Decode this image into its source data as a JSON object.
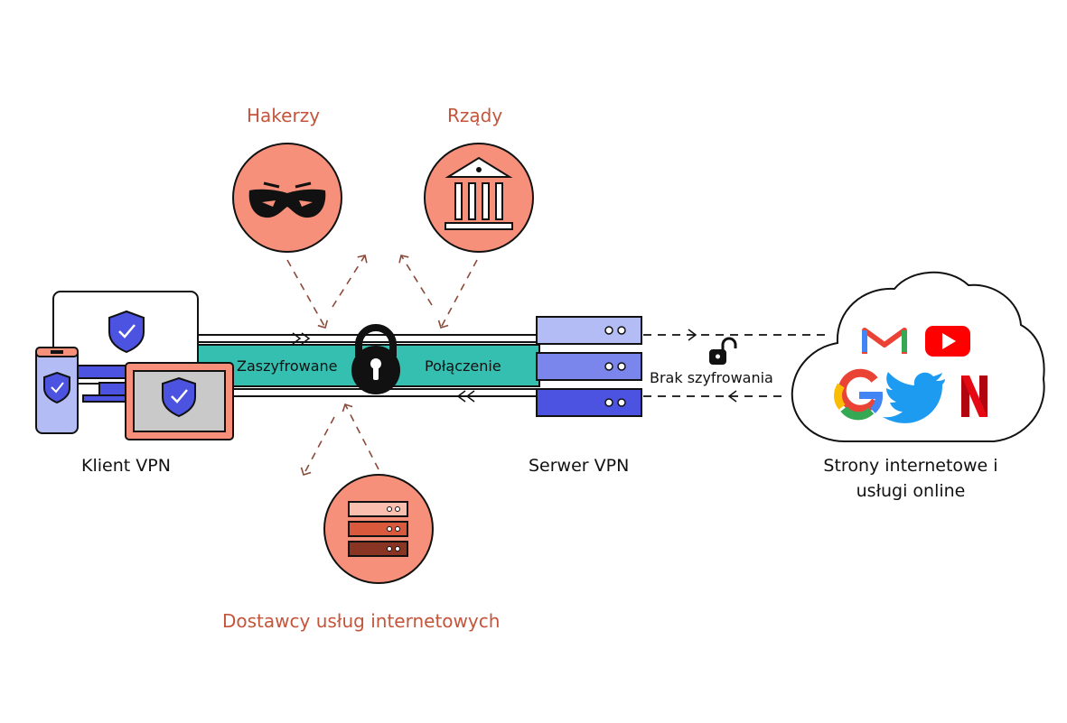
{
  "threats": {
    "hackers": "Hakerzy",
    "governments": "Rządy",
    "isps": "Dostawcy usług internetowych"
  },
  "tunnel": {
    "left_text": "Zaszyfrowane",
    "right_text": "Połączenie"
  },
  "labels": {
    "client": "Klient VPN",
    "server": "Serwer VPN",
    "no_encryption": "Brak szyfrowania",
    "websites_line1": "Strony internetowe i",
    "websites_line2": "usługi online"
  },
  "services": [
    "gmail",
    "youtube",
    "google",
    "twitter",
    "netflix"
  ],
  "colors": {
    "threat_fill": "#f7907a",
    "threat_text": "#c4553b",
    "tunnel": "#35bfb0",
    "device_blue": "#4c53e0",
    "server_light": "#b3bcf4",
    "server_mid": "#7b86ec",
    "server_dark": "#4c53e0",
    "tablet_frame": "#f7907a",
    "arrow": "#8c4a3a"
  }
}
